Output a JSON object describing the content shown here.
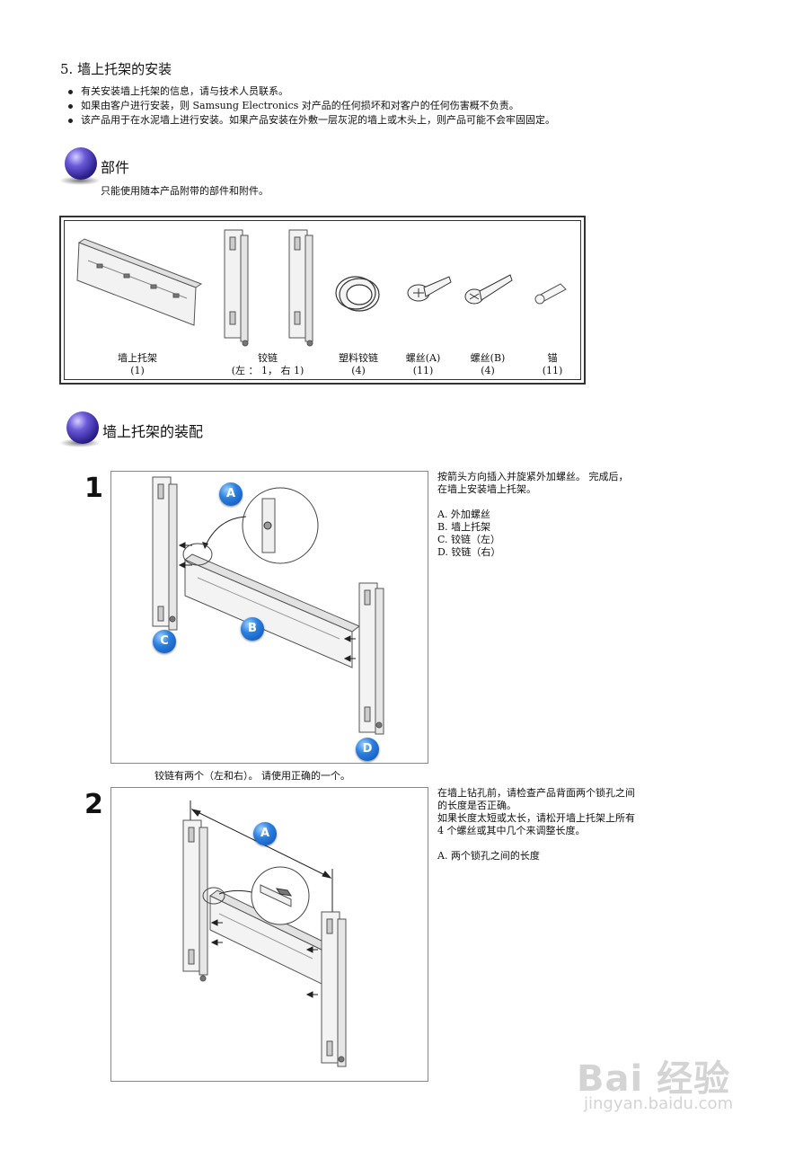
{
  "section": {
    "title": "5.  墙上托架的安装"
  },
  "bullets": [
    "有关安装墙上托架的信息，请与技术人员联系。",
    "如果由客户进行安装，则 Samsung Electronics 对产品的任何损坏和对客户的任何伤害概不负责。",
    "该产品用于在水泥墙上进行安装。如果产品安装在外敷一层灰泥的墙上或木头上，则产品可能不会牢固固定。"
  ],
  "parts": {
    "heading": "部件",
    "note": "只能使用随本产品附带的部件和附件。",
    "items": [
      {
        "name": "墙上托架",
        "qty": "(1)"
      },
      {
        "name": "铰链",
        "qty": "(左 ： 1， 右 1)"
      },
      {
        "name": "塑料铰链",
        "qty": "(4)"
      },
      {
        "name": "螺丝(A)",
        "qty": "(11)"
      },
      {
        "name": "螺丝(B)",
        "qty": "(4)"
      },
      {
        "name": "锚",
        "qty": "(11)"
      }
    ]
  },
  "assembly": {
    "heading": "墙上托架的装配",
    "step1": {
      "number": "1",
      "callouts": [
        "A",
        "B",
        "C",
        "D"
      ],
      "caption": "铰链有两个（左和右）。 请使用正确的一个。",
      "desc": [
        "按箭头方向插入并旋紧外加螺丝。 完成后，",
        "在墙上安装墙上托架。"
      ],
      "legend": [
        "A.  外加螺丝",
        "B.  墙上托架",
        "C.  铰链（左）",
        "D.  铰链（右）"
      ]
    },
    "step2": {
      "number": "2",
      "callouts": [
        "A"
      ],
      "desc": [
        "在墙上钻孔前，请检查产品背面两个锁孔之间",
        "的长度是否正确。",
        "如果长度太短或太长，请松开墙上托架上所有",
        "4 个螺丝或其中几个来调整长度。"
      ],
      "legend": [
        "A.  两个锁孔之间的长度"
      ]
    }
  },
  "watermark": {
    "brand": "Bai  经验",
    "site": "jingyan.baidu.com"
  }
}
